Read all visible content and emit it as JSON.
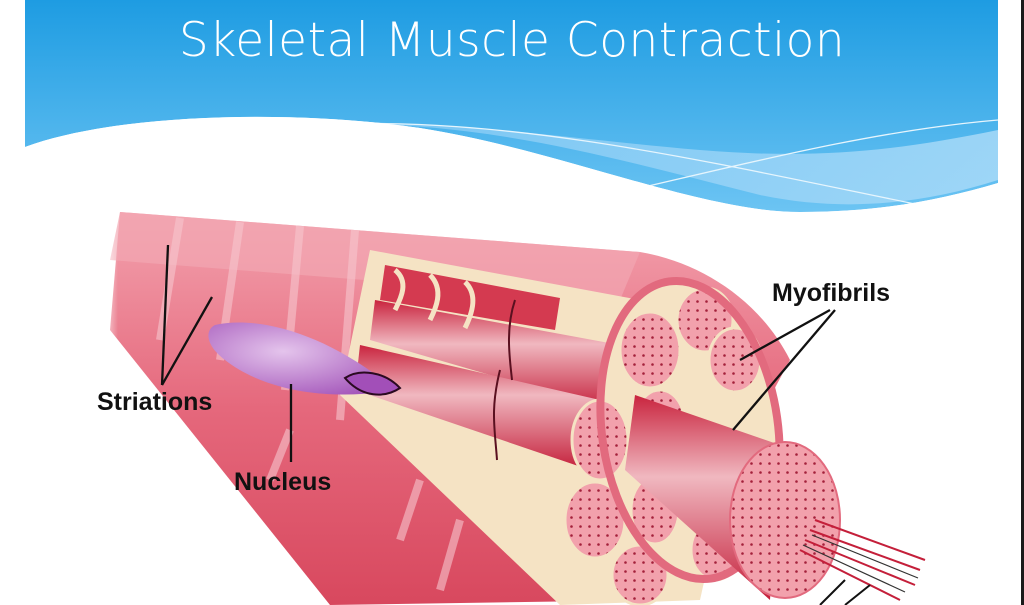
{
  "slide": {
    "title": "Skeletal Muscle Contraction",
    "colors": {
      "header_top": "#1E9CE2",
      "header_bottom": "#5ABBF0",
      "wave_light": "#9AD3F7",
      "background": "#FFFFFF",
      "muscle_red": "#D93A52",
      "muscle_pink": "#EE8A98",
      "connective_tissue": "#F5E3C4",
      "nucleus_purple": "#B776C9",
      "label_text": "#111111"
    }
  },
  "diagram": {
    "subject": "Skeletal muscle fiber cross-section",
    "labels": [
      {
        "id": "striations",
        "text": "Striations"
      },
      {
        "id": "nucleus",
        "text": "Nucleus"
      },
      {
        "id": "myofibrils",
        "text": "Myofibrils"
      }
    ]
  }
}
